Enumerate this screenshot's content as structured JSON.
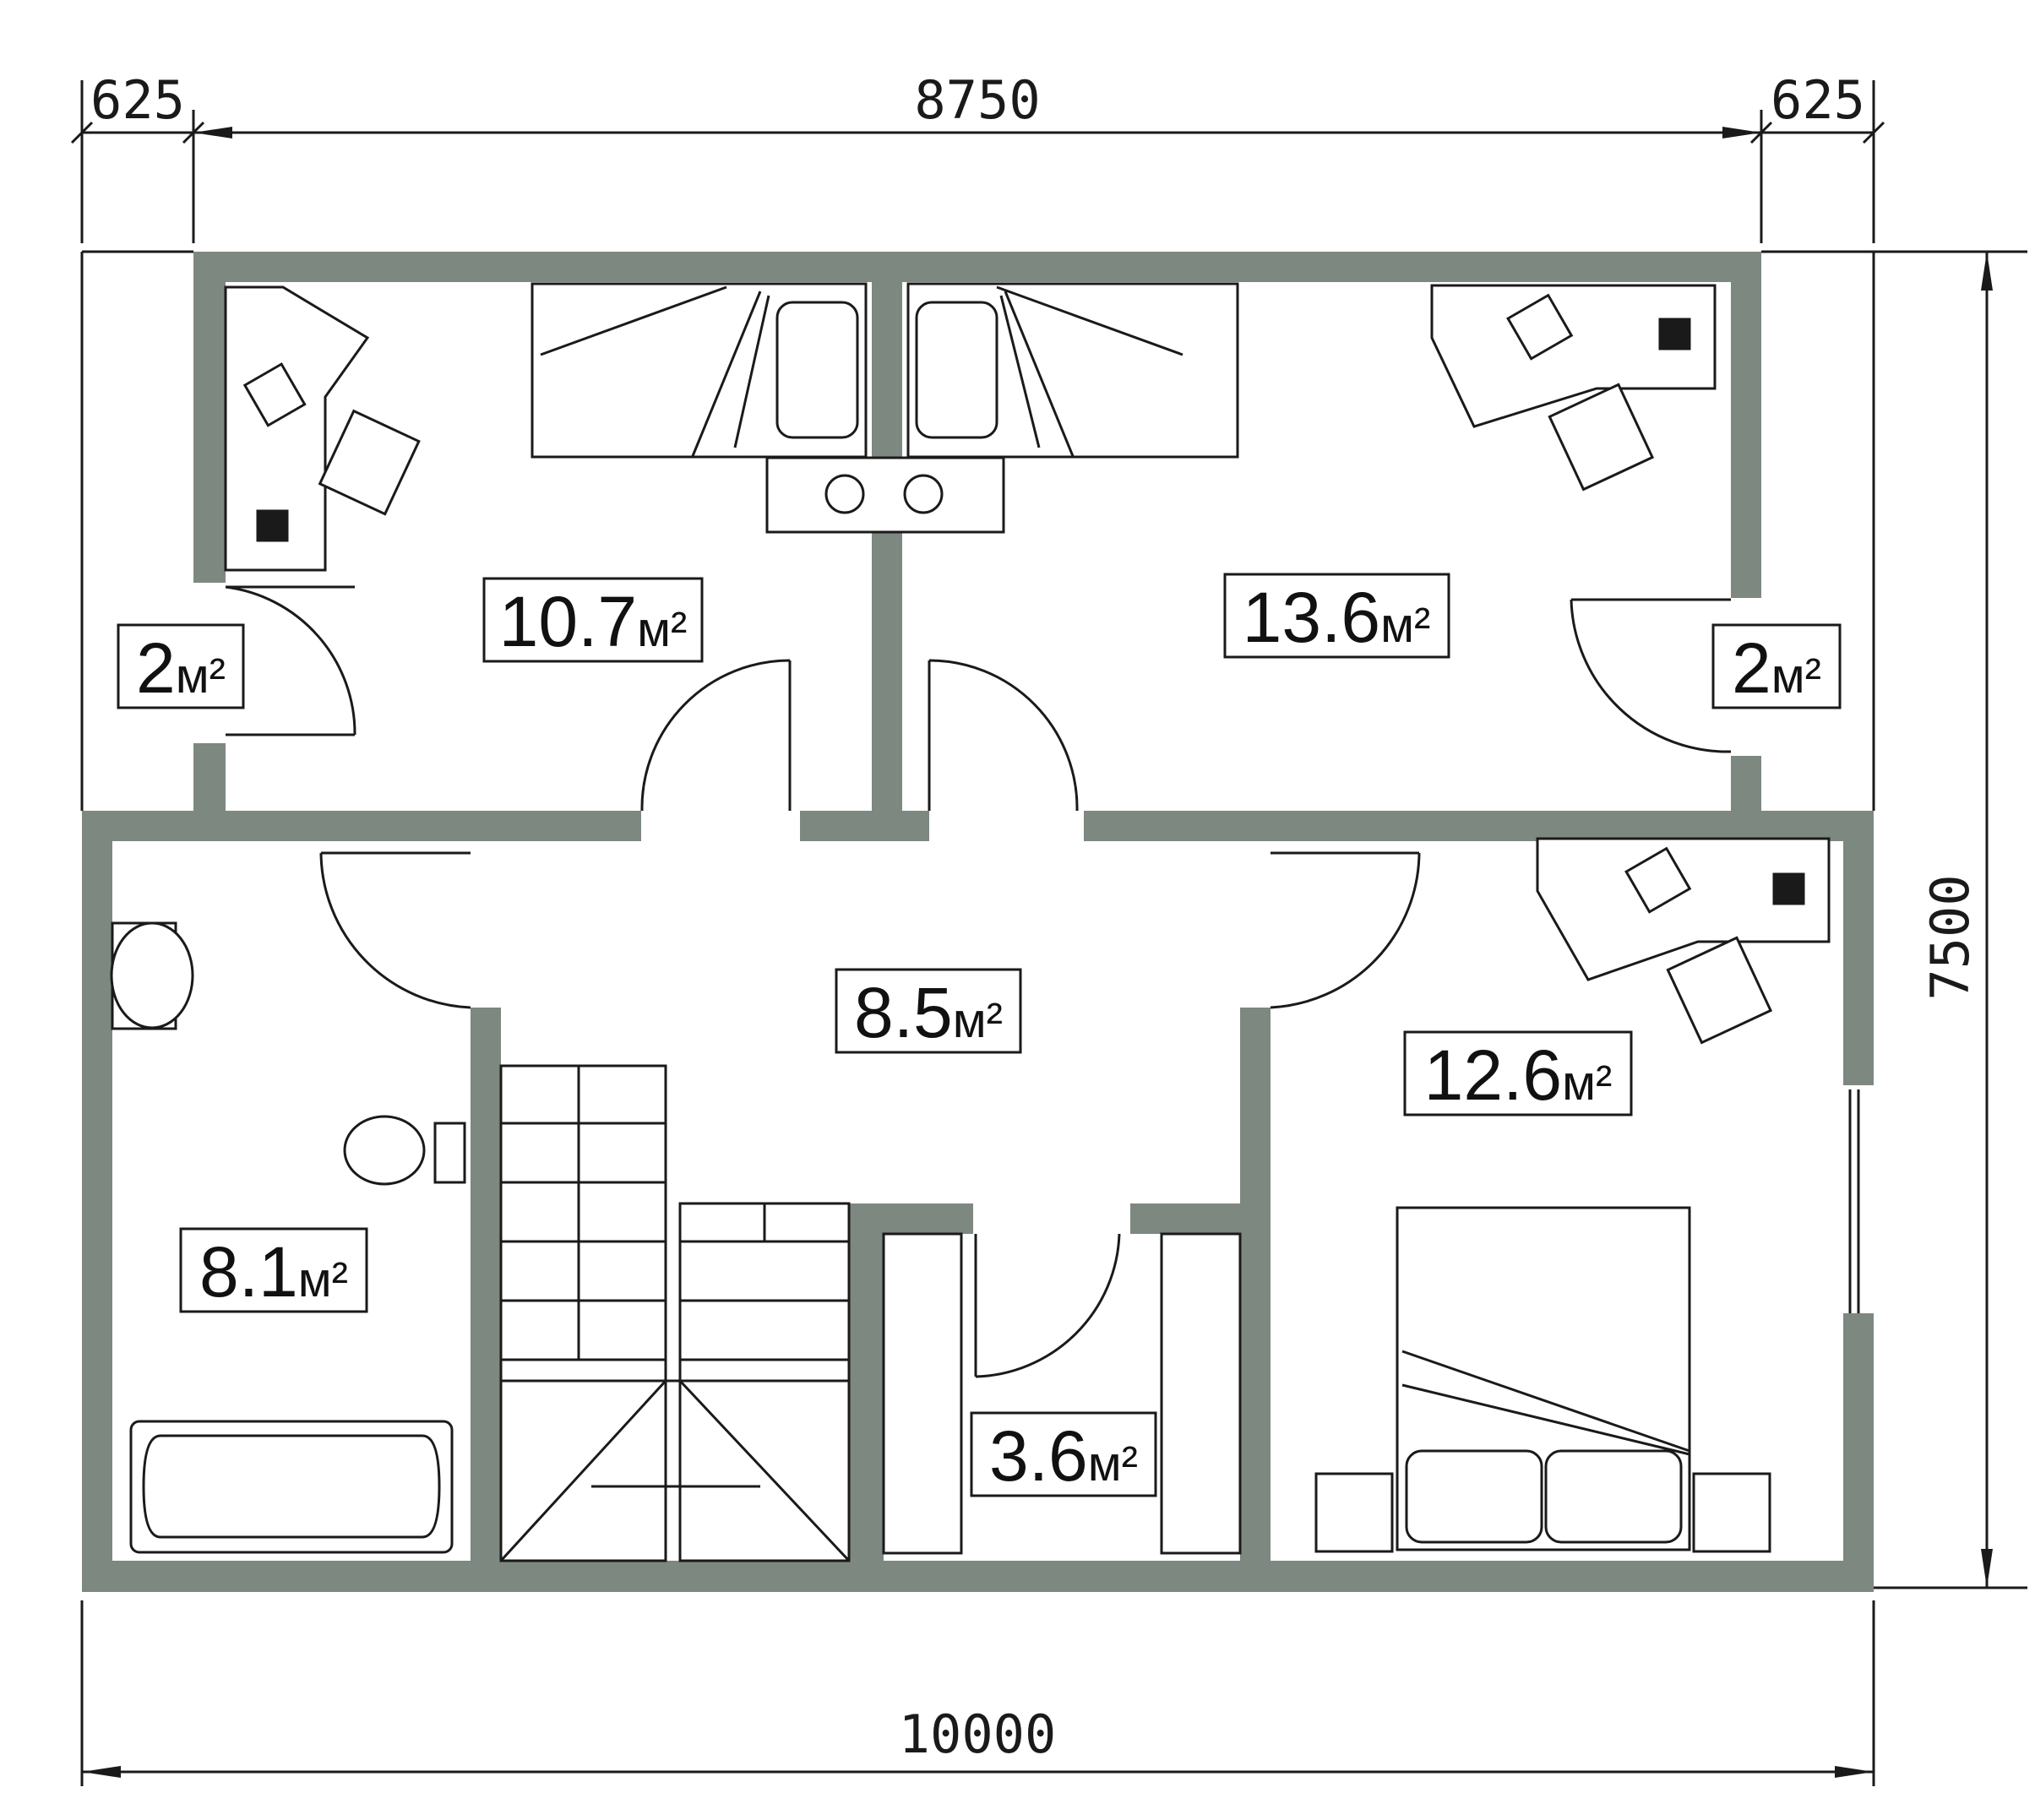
{
  "colors": {
    "wall": "#7d8880",
    "line": "#1a1a1a",
    "background": "#ffffff"
  },
  "dimensions": {
    "top_left": "625",
    "top_main": "8750",
    "top_right": "625",
    "right_height": "7500",
    "bottom_total": "10000"
  },
  "rooms": [
    {
      "id": "closet-left",
      "number": "2",
      "unit": "м²"
    },
    {
      "id": "bedroom-top-left",
      "number": "10.7",
      "unit": "м²"
    },
    {
      "id": "bedroom-top-right",
      "number": "13.6",
      "unit": "м²"
    },
    {
      "id": "closet-right",
      "number": "2",
      "unit": "м²"
    },
    {
      "id": "hall",
      "number": "8.5",
      "unit": "м²"
    },
    {
      "id": "bedroom-bottom-right",
      "number": "12.6",
      "unit": "м²"
    },
    {
      "id": "bathroom",
      "number": "8.1",
      "unit": "м²"
    },
    {
      "id": "wardrobe",
      "number": "3.6",
      "unit": "м²"
    }
  ]
}
